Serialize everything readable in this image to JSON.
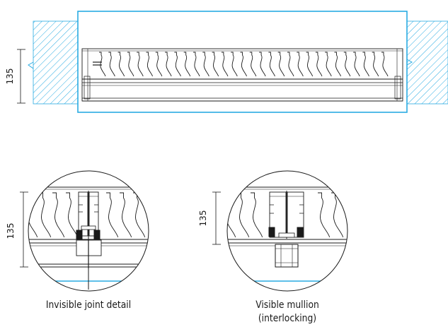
{
  "colors": {
    "accent": "#29abe2",
    "line": "#1a1a1a",
    "hatch": "#29abe2"
  },
  "top_section": {
    "dimension_label": "135"
  },
  "detail_invisible": {
    "dimension_label": "135",
    "caption": "Invisible joint detail"
  },
  "detail_mullion": {
    "dimension_label": "135",
    "caption_line1": "Visible mullion",
    "caption_line2": "(interlocking)"
  }
}
